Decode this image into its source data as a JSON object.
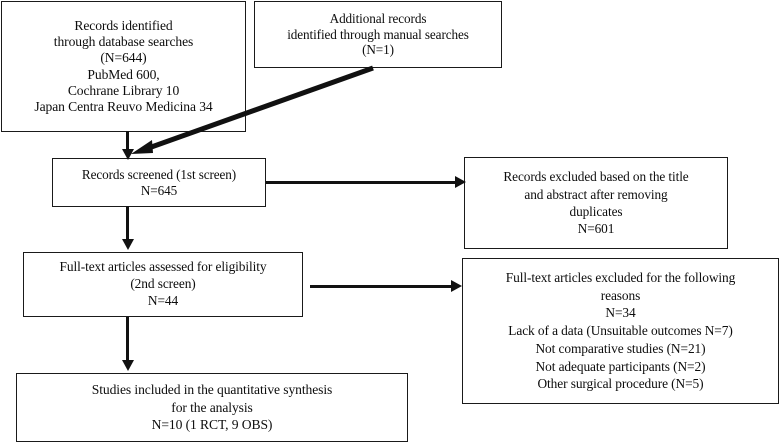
{
  "diagram": {
    "type": "prisma-flow-diagram",
    "colors": {
      "box_border": "#1a1a1a",
      "connector": "#111111",
      "background": "#ffffff",
      "text": "#0d0d0d"
    },
    "boxes": [
      {
        "id": "records-identified",
        "lines": [
          "Records identified",
          "through database searches",
          "(N=644)",
          "PubMed 600,",
          "Cochrane Library 10",
          "Japan Centra Reuvo Medicina 34"
        ]
      },
      {
        "id": "additional-records",
        "lines": [
          "Additional records",
          "identified through manual searches",
          "(N=1)"
        ]
      },
      {
        "id": "records-screened",
        "lines": [
          "Records screened (1st screen)",
          "N=645"
        ]
      },
      {
        "id": "records-excluded",
        "lines": [
          "Records excluded based on the title",
          "and abstract after removing",
          "duplicates",
          "N=601"
        ]
      },
      {
        "id": "fulltext-assessed",
        "lines": [
          "Full-text articles assessed for eligibility",
          "(2nd screen)",
          "N=44"
        ]
      },
      {
        "id": "fulltext-excluded",
        "lines": [
          "Full-text articles excluded for the following",
          "reasons",
          "N=34",
          "Lack of a data (Unsuitable outcomes N=7)",
          "Not comparative studies (N=21)",
          "Not adequate participants (N=2)",
          "Other surgical procedure (N=5)"
        ]
      },
      {
        "id": "studies-included",
        "lines": [
          "Studies included in the quantitative synthesis",
          "for the analysis",
          "N=10 (1 RCT, 9 OBS)"
        ]
      }
    ],
    "counts": {
      "database_records": 644,
      "pubmed": 600,
      "cochrane_library": 10,
      "japan_centra_reuvo_medicina": 34,
      "manual_records": 1,
      "screened": 645,
      "excluded_title_abstract": 601,
      "assessed_fulltext": 44,
      "excluded_fulltext": 34,
      "excluded_lack_of_data": 7,
      "excluded_not_comparative": 21,
      "excluded_not_adequate_participants": 2,
      "excluded_other_surgical_procedure": 5,
      "included_total": 10,
      "included_rct": 1,
      "included_obs": 9
    }
  }
}
